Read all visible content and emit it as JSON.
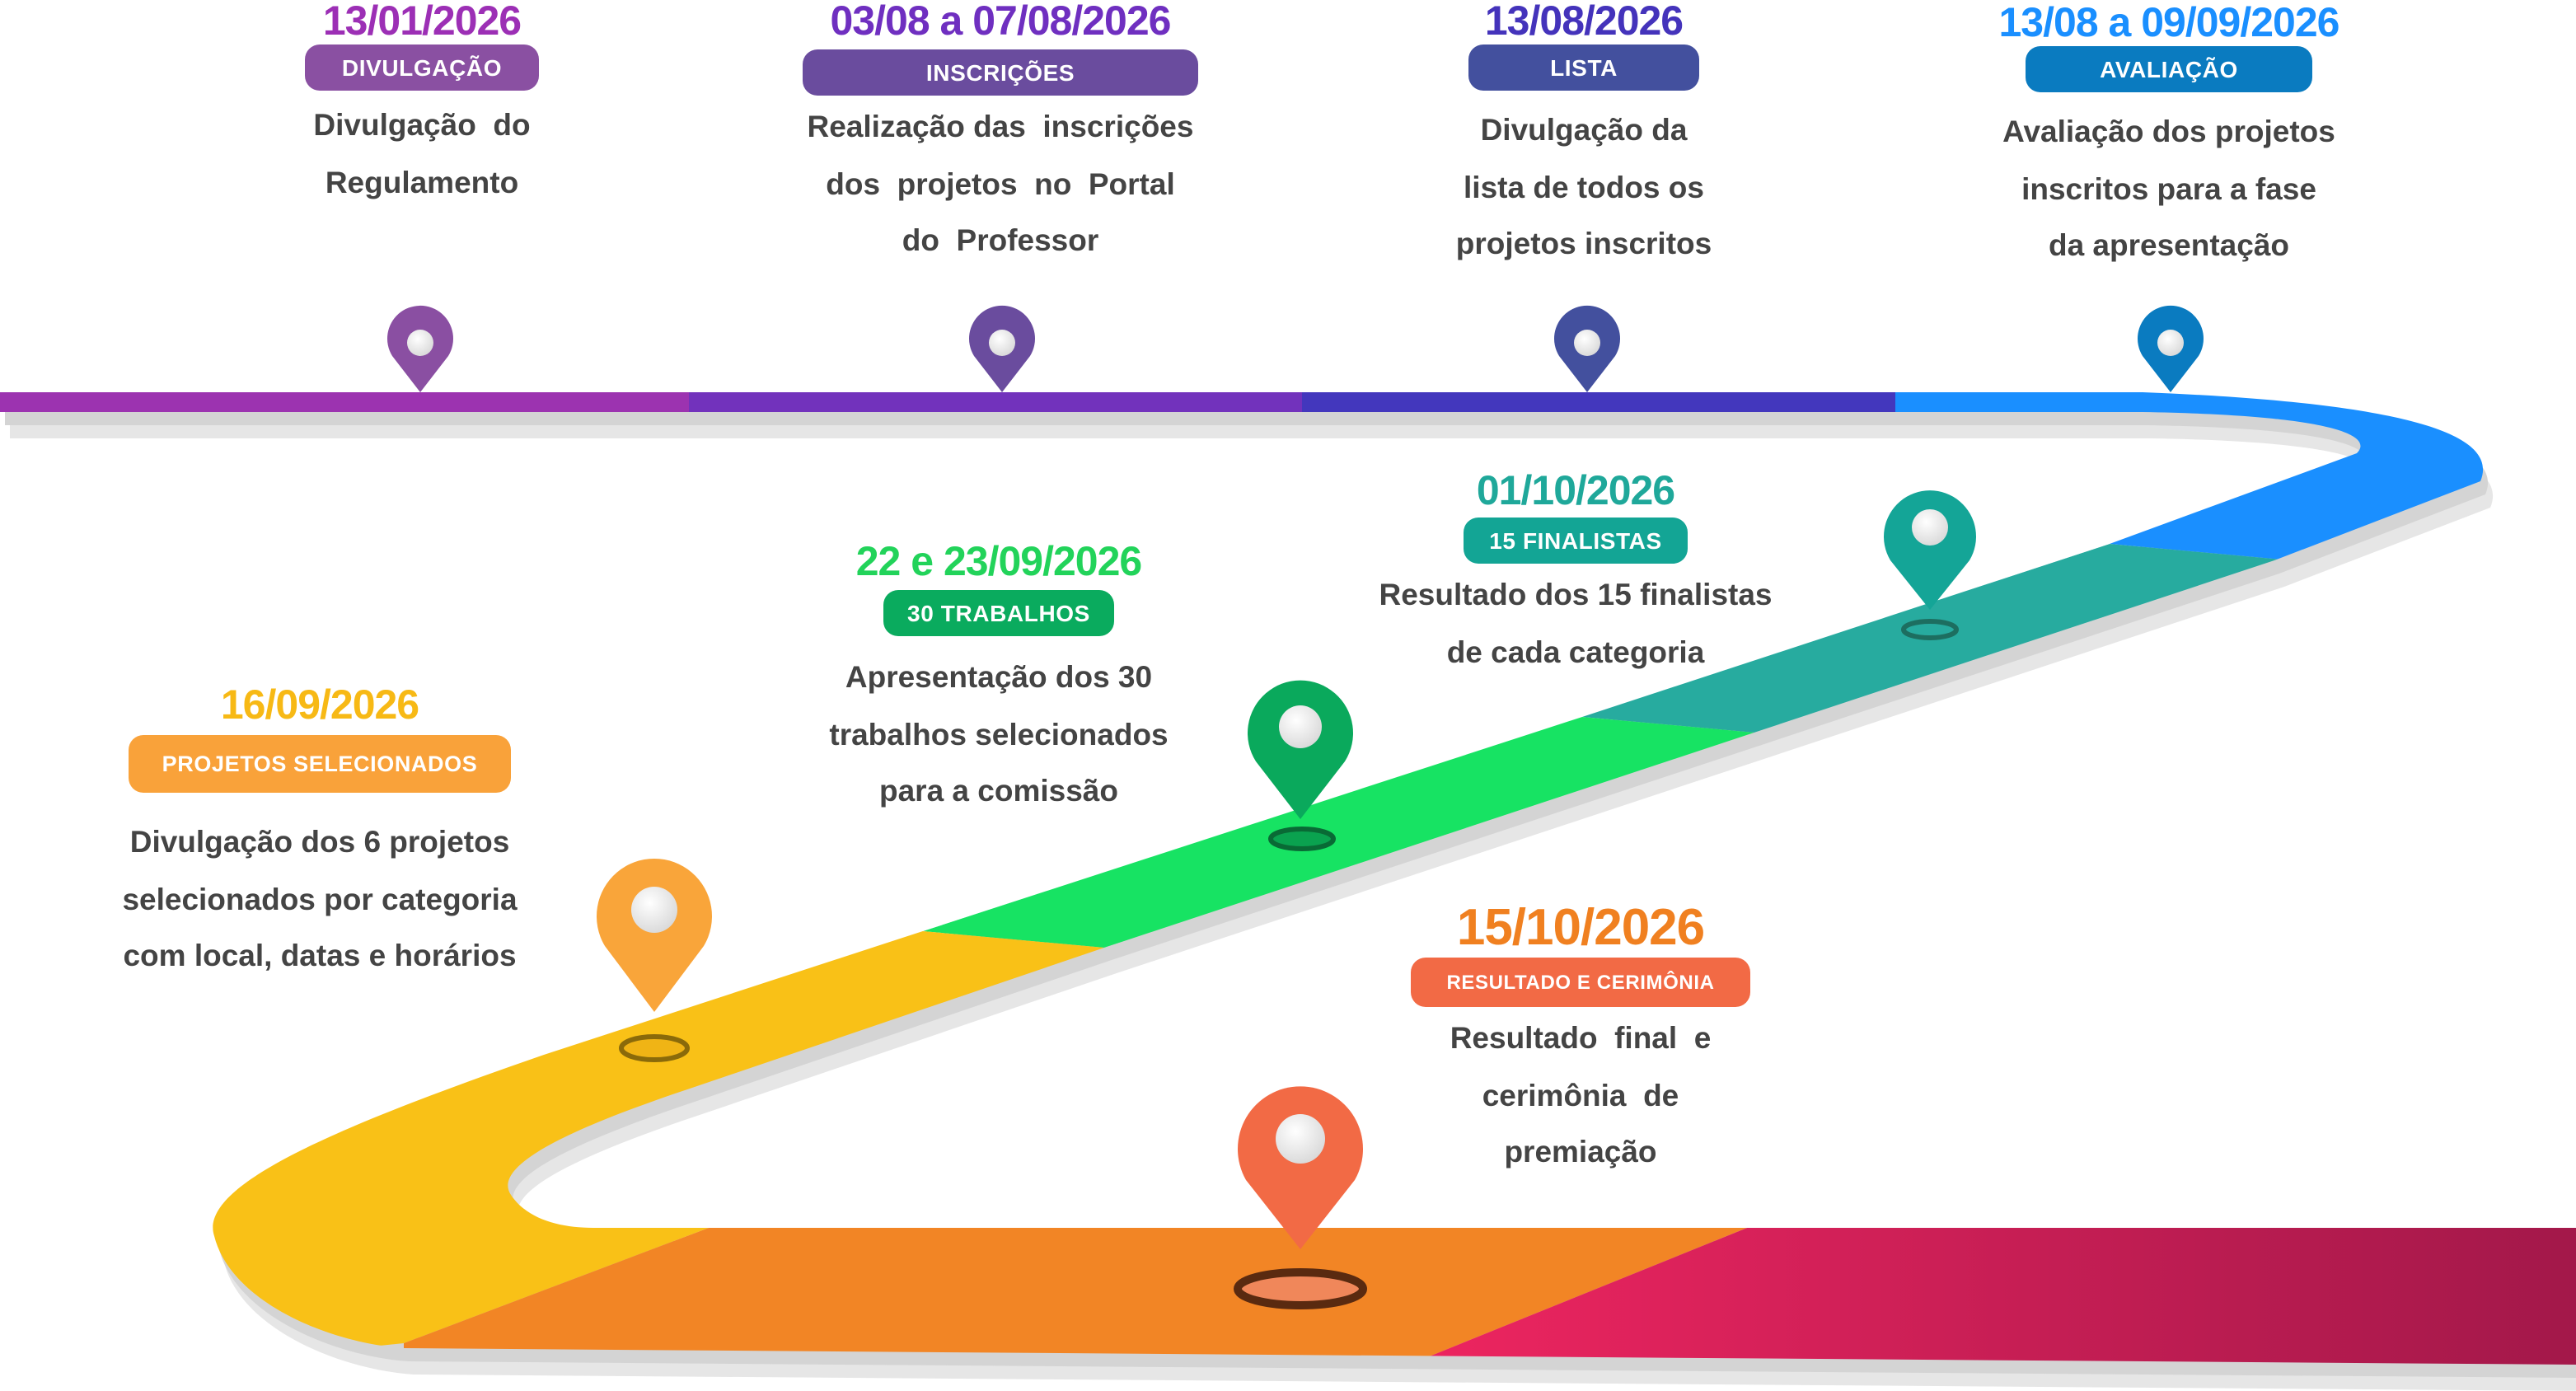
{
  "colors": {
    "purple": "#9c33b0",
    "violet": "#7232bc",
    "indigo": "#4337bd",
    "blue": "#1a8fff",
    "teal": "#27ab9f",
    "green": "#17e363",
    "yellow": "#f9c117",
    "orange": "#f28525",
    "pink": "#e8245f",
    "wine": "#a3184a"
  },
  "milestones": [
    {
      "date": "13/01/2026",
      "badge": "DIVULGAÇÃO",
      "lines": [
        "Divulgação  do",
        "Regulamento"
      ],
      "date_color": "#9c2fb5",
      "badge_color": "#8a50a2",
      "pin_icon": "map-pin"
    },
    {
      "date": "03/08 a 07/08/2026",
      "badge": "INSCRIÇÕES",
      "lines": [
        "Realização das  inscrições",
        "dos  projetos  no  Portal",
        "do  Professor"
      ],
      "date_color": "#6f2fc0",
      "badge_color": "#6a4c9e",
      "pin_icon": "map-pin"
    },
    {
      "date": "13/08/2026",
      "badge": "LISTA",
      "lines": [
        "Divulgação da",
        "lista de todos os",
        "projetos inscritos"
      ],
      "date_color": "#4433bb",
      "badge_color": "#43509e",
      "pin_icon": "map-pin"
    },
    {
      "date": "13/08 a 09/09/2026",
      "badge": "AVALIAÇÃO",
      "lines": [
        "Avaliação dos projetos",
        "inscritos para a fase",
        "da apresentação"
      ],
      "date_color": "#1a8fff",
      "badge_color": "#0a7bc0",
      "pin_icon": "map-pin"
    },
    {
      "date": "16/09/2026",
      "badge": "PROJETOS SELECIONADOS",
      "lines": [
        "Divulgação dos 6 projetos",
        "selecionados por categoria",
        "com local, datas e horários"
      ],
      "date_color": "#f7b915",
      "badge_color": "#f9a23a",
      "pin_icon": "map-pin"
    },
    {
      "date": "22 e 23/09/2026",
      "badge": "30 TRABALHOS",
      "lines": [
        "Apresentação dos 30",
        "trabalhos selecionados",
        "para a comissão"
      ],
      "date_color": "#22d35a",
      "badge_color": "#0aab5e",
      "pin_icon": "map-pin"
    },
    {
      "date": "01/10/2026",
      "badge": "15 FINALISTAS",
      "lines": [
        "Resultado dos 15 finalistas",
        "de cada categoria"
      ],
      "date_color": "#1fa89a",
      "badge_color": "#13a595",
      "pin_icon": "map-pin"
    },
    {
      "date": "15/10/2026",
      "badge": "RESULTADO E CERIMÔNIA",
      "lines": [
        "Resultado  final  e",
        "cerimônia  de",
        "premiação"
      ],
      "date_color": "#f08020",
      "badge_color": "#f26a45",
      "pin_icon": "map-pin"
    }
  ]
}
